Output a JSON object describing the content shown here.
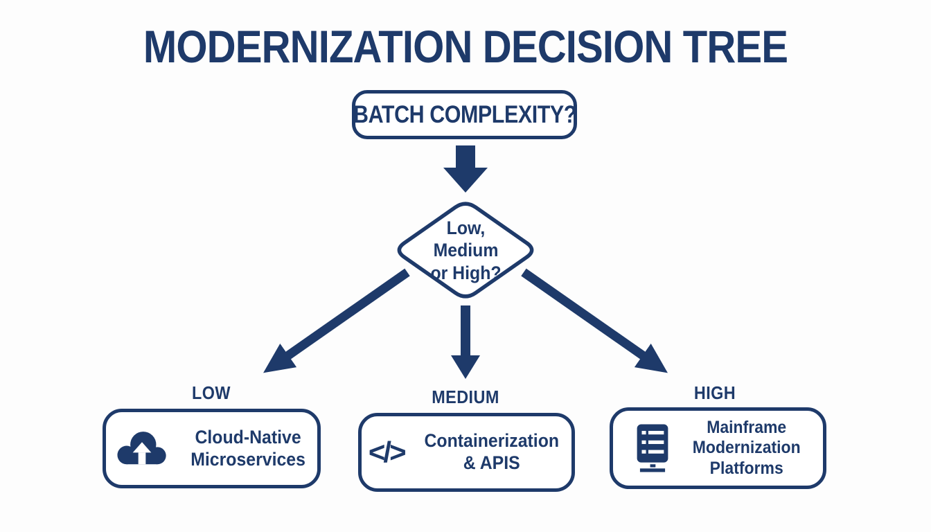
{
  "colors": {
    "navy": "#1e3a6a",
    "background": "#fdfdfd"
  },
  "title": "MODERNIZATION DECISION TREE",
  "question_box": {
    "label": "BATCH COMPLEXITY?"
  },
  "decision_diamond": {
    "lines": [
      "Low,",
      "Medium",
      "or High?"
    ]
  },
  "branches": [
    {
      "label": "LOW",
      "icon": "cloud-upload-icon",
      "result": "Cloud-Native Microservices",
      "lines": [
        "Cloud-Native",
        "Microservices"
      ]
    },
    {
      "label": "MEDIUM",
      "icon": "code-icon",
      "glyph": "</>",
      "result": "Containerization & APIS",
      "lines": [
        "Containerization",
        "& APIS"
      ]
    },
    {
      "label": "HIGH",
      "icon": "server-icon",
      "result": "Mainframe Modernization Platforms",
      "lines": [
        "Mainframe",
        "Modernization",
        "Platforms"
      ]
    }
  ]
}
